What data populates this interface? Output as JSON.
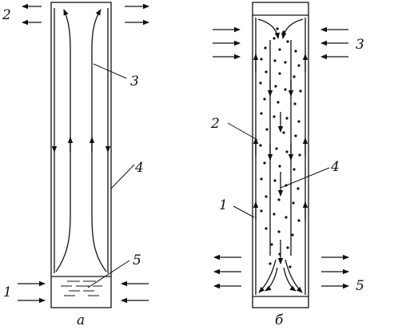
{
  "figure_a": {
    "caption": "а",
    "labels": {
      "one": "1",
      "two": "2",
      "three": "3",
      "four": "4",
      "five": "5"
    }
  },
  "figure_b": {
    "caption": "б",
    "labels": {
      "one": "1",
      "two": "2",
      "three": "3",
      "four": "4",
      "five": "5"
    }
  }
}
